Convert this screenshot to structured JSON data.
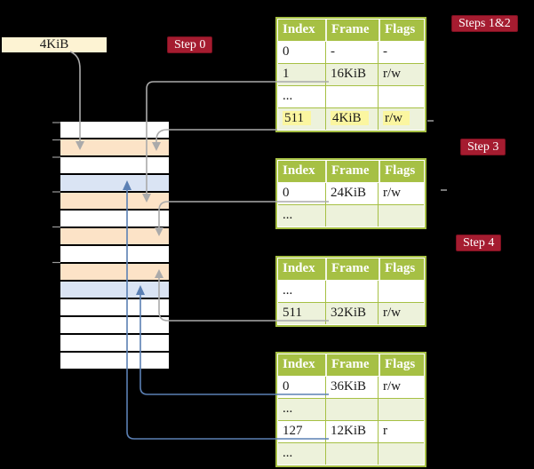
{
  "colors": {
    "green": "#a6c044",
    "palegreen": "#edf2db",
    "crimson": "#a51c30",
    "cream": "#fdf3d3",
    "peach": "#fce3c7",
    "lightblue": "#dae4f4",
    "yellow": "#fbf6a0",
    "grayline": "#aaaaaa",
    "blueline": "#5b80b4",
    "tick": "#999999"
  },
  "frame_label": {
    "text": "4KiB"
  },
  "badges": {
    "steps12": {
      "label": "Steps 1&2"
    },
    "step0": {
      "label": "Step 0"
    },
    "step3": {
      "label": "Step 3"
    },
    "step4": {
      "label": "Step 4"
    }
  },
  "memory": {
    "rows": [
      "plain",
      "frame",
      "plain",
      "data",
      "frame",
      "plain",
      "frame",
      "plain",
      "frame",
      "data",
      "plain",
      "plain",
      "plain",
      "plain"
    ]
  },
  "tables": [
    {
      "id": "page-table-steps-1-2",
      "headers": [
        "Index",
        "Frame",
        "Flags"
      ],
      "rows": [
        {
          "cells": [
            "0",
            "-",
            "-"
          ],
          "shaded": false,
          "highlight": false
        },
        {
          "cells": [
            "1",
            "16KiB",
            "r/w"
          ],
          "shaded": true,
          "highlight": false
        },
        {
          "cells": [
            "...",
            "",
            ""
          ],
          "shaded": false,
          "highlight": false
        },
        {
          "cells": [
            "511",
            "4KiB",
            "r/w"
          ],
          "shaded": true,
          "highlight": true
        }
      ]
    },
    {
      "id": "page-table-step-3",
      "headers": [
        "Index",
        "Frame",
        "Flags"
      ],
      "rows": [
        {
          "cells": [
            "0",
            "24KiB",
            "r/w"
          ],
          "shaded": false,
          "highlight": false
        },
        {
          "cells": [
            "...",
            "",
            ""
          ],
          "shaded": true,
          "highlight": false
        }
      ]
    },
    {
      "id": "page-table-step-4",
      "headers": [
        "Index",
        "Frame",
        "Flags"
      ],
      "rows": [
        {
          "cells": [
            "...",
            "",
            ""
          ],
          "shaded": false,
          "highlight": false
        },
        {
          "cells": [
            "511",
            "32KiB",
            "r/w"
          ],
          "shaded": true,
          "highlight": false
        }
      ]
    },
    {
      "id": "page-table-final",
      "headers": [
        "Index",
        "Frame",
        "Flags"
      ],
      "rows": [
        {
          "cells": [
            "0",
            "36KiB",
            "r/w"
          ],
          "shaded": false,
          "highlight": false
        },
        {
          "cells": [
            "...",
            "",
            ""
          ],
          "shaded": true,
          "highlight": false
        },
        {
          "cells": [
            "127",
            "12KiB",
            "r"
          ],
          "shaded": false,
          "highlight": false
        },
        {
          "cells": [
            "...",
            "",
            ""
          ],
          "shaded": true,
          "highlight": false
        }
      ]
    }
  ]
}
